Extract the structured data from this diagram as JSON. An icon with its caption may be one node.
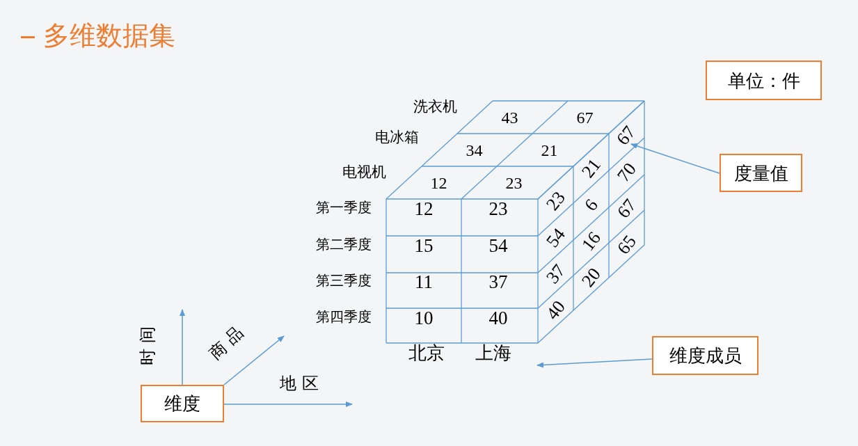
{
  "diagram": {
    "title": "多维数据集",
    "nodes": [
      {
        "text": [
          "单位：件"
        ]
      },
      {
        "text": [
          "度量值"
        ]
      },
      {
        "text": [
          "维度成员"
        ]
      },
      {
        "text": [
          "维度"
        ]
      },
      {
        "text": [
          "67"
        ]
      }
    ],
    "edges": [
      {
        "from": 1,
        "to": 4,
        "arrow": "to"
      },
      {
        "from": 2,
        "to": null,
        "arrow": "to"
      },
      {
        "from": 3,
        "to": null,
        "arrow": "to",
        "label": "时 间"
      },
      {
        "from": 3,
        "to": null,
        "arrow": "to",
        "label": "商 品"
      },
      {
        "from": 3,
        "to": null,
        "arrow": "to",
        "label": "地 区"
      }
    ],
    "labels": [
      "洗衣机",
      "43",
      "67",
      "电冰箱",
      "34",
      "21",
      "电视机",
      "12",
      "23",
      "第一季度",
      "12",
      "23",
      "第二季度",
      "15",
      "54",
      "第三季度",
      "11",
      "37",
      "第四季度",
      "10",
      "40",
      "北京",
      "上海",
      "23",
      "54",
      "37",
      "40",
      "21",
      "6",
      "16",
      "20",
      "70",
      "67",
      "65"
    ]
  }
}
